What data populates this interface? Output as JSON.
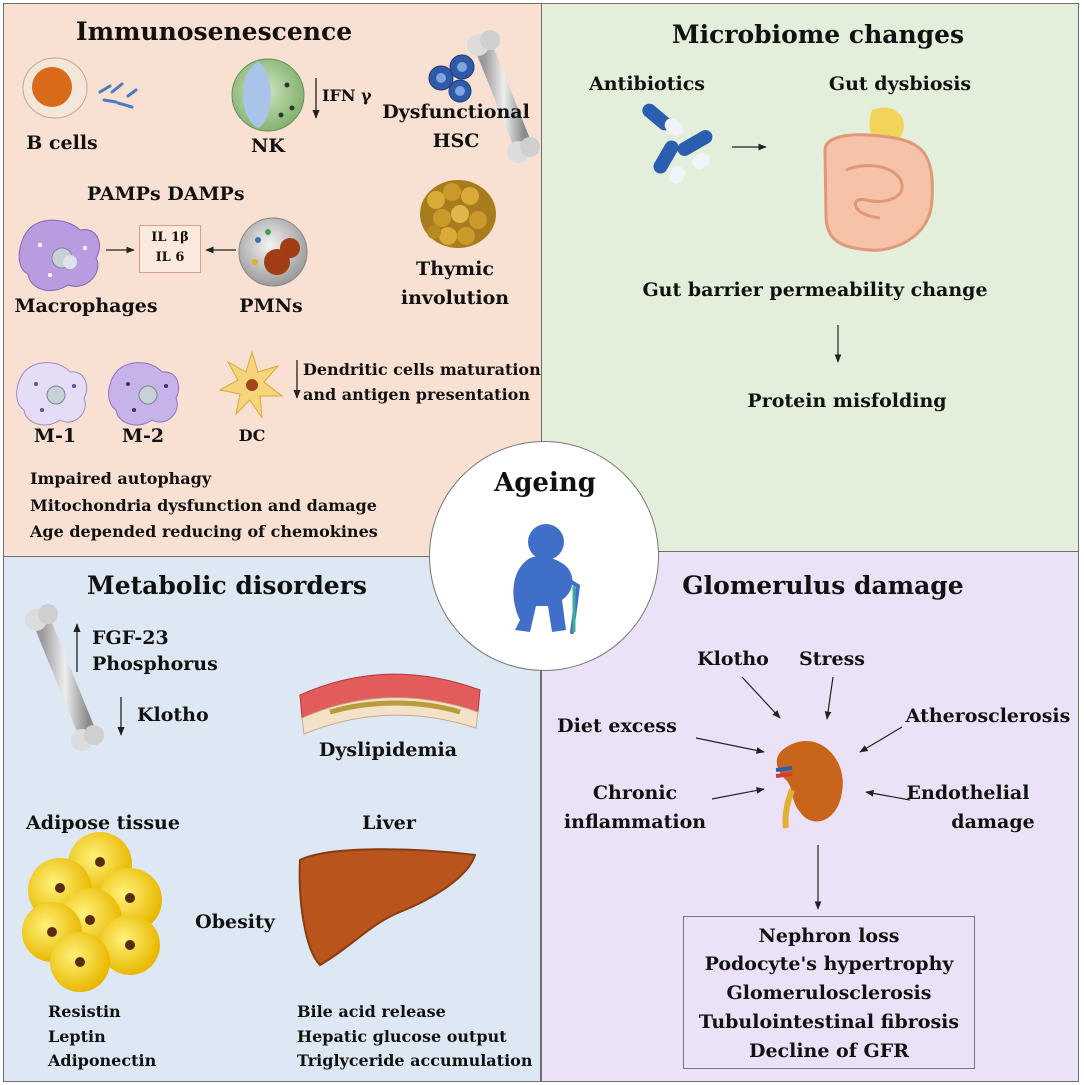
{
  "center": {
    "title": "Ageing"
  },
  "immunosenescence": {
    "title": "Immunosenescence",
    "b_cells": "B cells",
    "nk": "NK",
    "ifn": "IFN γ",
    "hsc_line1": "Dysfunctional",
    "hsc_line2": "HSC",
    "pamps_damps": "PAMPs  DAMPs",
    "il1": "IL 1β",
    "il6": "IL 6",
    "macrophages": "Macrophages",
    "pmns": "PMNs",
    "thymic_line1": "Thymic",
    "thymic_line2": "involution",
    "m1": "M-1",
    "m2": "M-2",
    "dc": "DC",
    "dc_note_line1": "Dendritic cells maturation",
    "dc_note_line2": "and antigen presentation",
    "list": [
      "Impaired autophagy",
      "Mitochondria dysfunction and damage",
      "Age depended reducing of chemokines"
    ]
  },
  "microbiome": {
    "title": "Microbiome changes",
    "antibiotics": "Antibiotics",
    "gut_dysbiosis": "Gut dysbiosis",
    "barrier": "Gut barrier permeability change",
    "misfolding": "Protein misfolding"
  },
  "metabolic": {
    "title": "Metabolic disorders",
    "fgf": "FGF-23",
    "phosphorus": "Phosphorus",
    "klotho": "Klotho",
    "dyslipidemia": "Dyslipidemia",
    "adipose": "Adipose tissue",
    "liver": "Liver",
    "obesity": "Obesity",
    "adipose_list": [
      "Resistin",
      "Leptin",
      "Adiponectin"
    ],
    "liver_list": [
      "Bile acid release",
      "Hepatic glucose output",
      "Triglyceride accumulation"
    ]
  },
  "glomerulus": {
    "title": "Glomerulus damage",
    "klotho": "Klotho",
    "stress": "Stress",
    "diet": "Diet excess",
    "atherosclerosis": "Atherosclerosis",
    "chronic_line1": "Chronic",
    "chronic_line2": "inflammation",
    "endothelial_line1": "Endothelial",
    "endothelial_line2": "damage",
    "outcomes": [
      "Nephron loss",
      "Podocyte's hypertrophy",
      "Glomerulosclerosis",
      "Tubulointestinal fibrosis",
      "Decline of GFR"
    ]
  },
  "colors": {
    "immuno_bg": "#f8e0d2",
    "micro_bg": "#e3efda",
    "meta_bg": "#dde8f4",
    "glom_bg": "#ebe2f8",
    "figure": "#3f6fc9",
    "kidney": "#c8651a",
    "liver": "#b9541c",
    "fat": "#f2cc12"
  }
}
